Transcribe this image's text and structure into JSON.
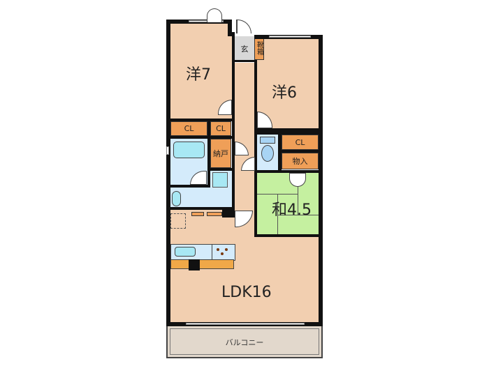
{
  "floorplan": {
    "rooms": {
      "western_room_1": {
        "label": "洋7"
      },
      "western_room_2": {
        "label": "洋6"
      },
      "japanese_room": {
        "label": "和4.5"
      },
      "ldk": {
        "label": "LDK16"
      },
      "entrance": {
        "label": "玄"
      },
      "shoe_box": {
        "label": "靴箱"
      },
      "closet_1": {
        "label": "CL"
      },
      "closet_2": {
        "label": "CL"
      },
      "closet_3": {
        "label": "CL"
      },
      "storeroom": {
        "label": "納戸"
      },
      "storage": {
        "label": "物入"
      },
      "balcony": {
        "label": "バルコニー"
      }
    },
    "colors": {
      "floor": "#f2cfb0",
      "tatami": "#c5f0a0",
      "wet_area": "#d4ebfb",
      "storage": "#ef9f58",
      "entrance": "#d8d8d8",
      "balcony": "#e2d8cc",
      "wall": "#111111"
    }
  }
}
